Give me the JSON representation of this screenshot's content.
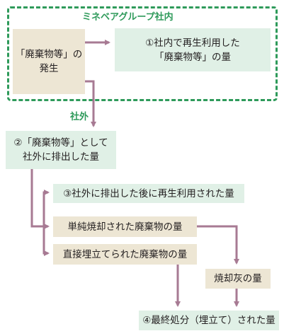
{
  "group_title": "ミネベアグループ社内",
  "outside_label": "社外",
  "nodes": {
    "waste_generation": "「廃棄物等」の\n発生",
    "internal_recycled": "①社内で再生利用した\n「廃棄物等」の量",
    "discharged_outside": "②「廃棄物等」として\n社外に排出した量",
    "recycled_outside": "③社外に排出した後に再生利用された量",
    "incinerated": "単純焼却された廃棄物の量",
    "direct_landfill": "直接埋立てられた廃棄物の量",
    "incineration_ash": "焼却灰の量",
    "final_disposal": "④最終処分（埋立て）された量"
  },
  "colors": {
    "frame": "#2e9a5a",
    "arrow": "#a77a93",
    "beige_box": "#ede6d4",
    "green_box": "#e0f0e6"
  }
}
